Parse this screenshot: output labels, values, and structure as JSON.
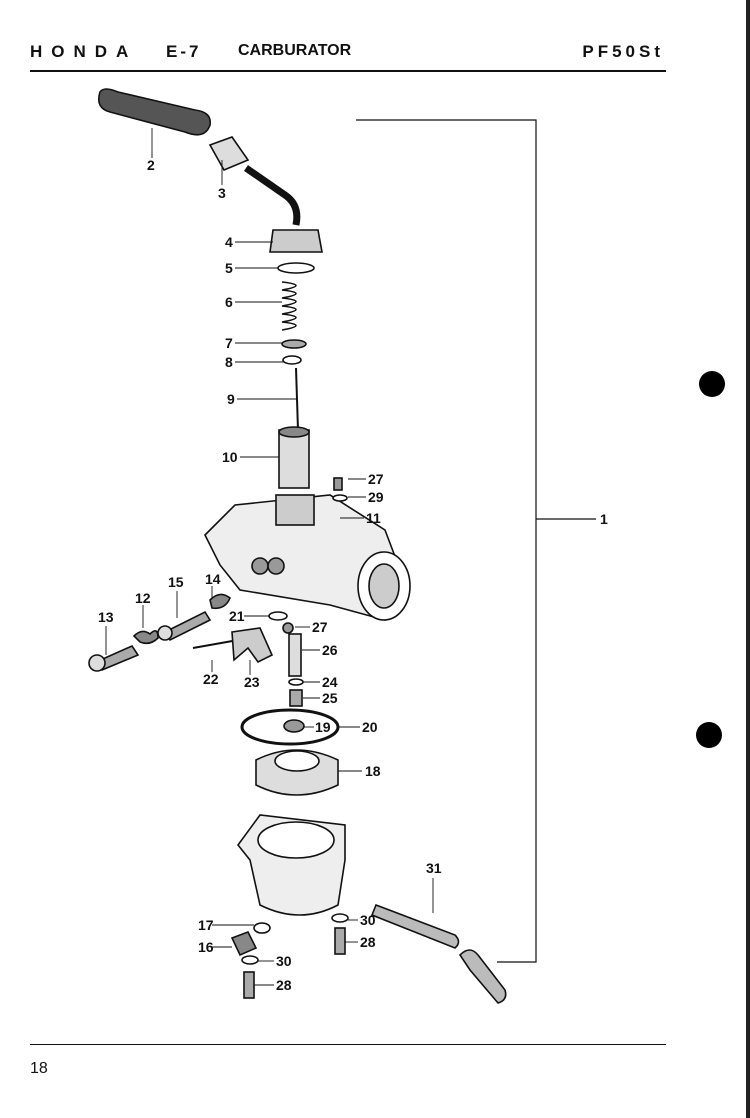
{
  "header": {
    "make": "HONDA",
    "section": "E-7",
    "title": "CARBURATOR",
    "model": "PF50St"
  },
  "page_number": "18",
  "part_numbers": [
    "1",
    "2",
    "3",
    "4",
    "5",
    "6",
    "7",
    "8",
    "9",
    "10",
    "11",
    "12",
    "13",
    "14",
    "15",
    "16",
    "17",
    "18",
    "19",
    "20",
    "21",
    "22",
    "23",
    "24",
    "25",
    "26",
    "27",
    "27",
    "28",
    "28",
    "29",
    "30",
    "30",
    "31"
  ]
}
